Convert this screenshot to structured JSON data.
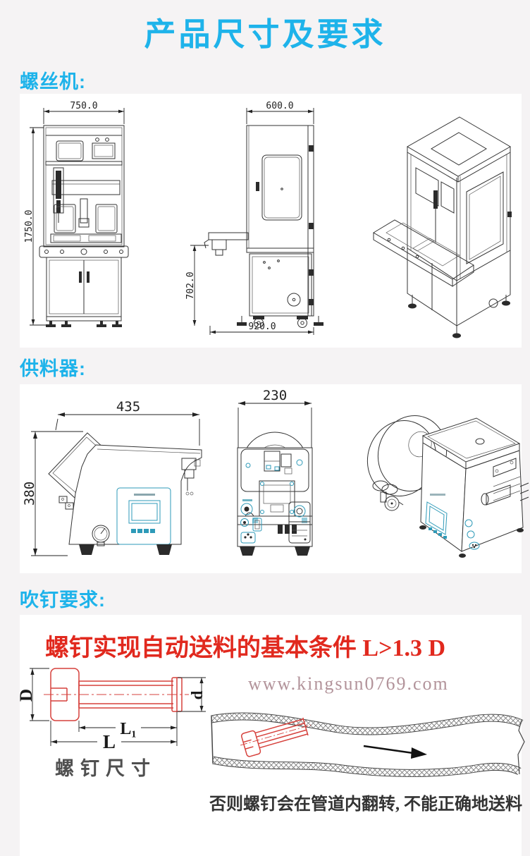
{
  "page": {
    "title": "产品尺寸及要求"
  },
  "machine_section": {
    "label": "螺丝机:",
    "front": {
      "width": "750.0",
      "height": "1750.0"
    },
    "side": {
      "width": "600.0",
      "work_height": "702.0",
      "depth": "920.0"
    }
  },
  "feeder_section": {
    "label": "供料器:",
    "side": {
      "width": "435",
      "height": "380"
    },
    "front": {
      "width": "230"
    }
  },
  "blow_section": {
    "label": "吹钉要求:",
    "headline": "螺钉实现自动送料的基本条件 L>1.3 D",
    "watermark": "www.kingsun0769.com",
    "screw": {
      "D": "D",
      "d": "d",
      "L1": "L₁",
      "L": "L",
      "caption": "螺钉尺寸"
    },
    "note": "否则螺钉会在管道内翻转, 不能正确地送料"
  },
  "colors": {
    "accent": "#1eb3ea",
    "red": "#e1291e",
    "drawing_teal": "#2e9ab8",
    "watermark": "#b2939a",
    "line": "#333333"
  }
}
